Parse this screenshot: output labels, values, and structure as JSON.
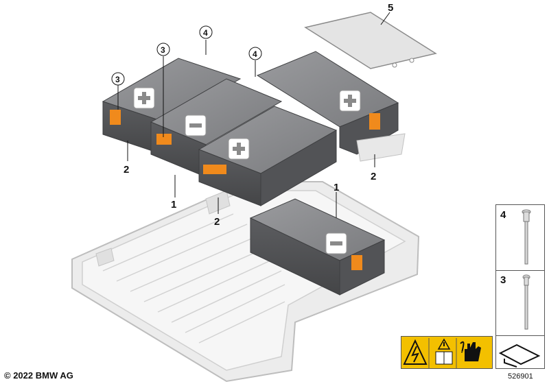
{
  "copyright": "© 2022 BMW AG",
  "document_number": "526901",
  "callouts": {
    "c1a": "1",
    "c1b": "1",
    "c2a": "2",
    "c2b": "2",
    "c2c": "2",
    "c3a": "3",
    "c3b": "3",
    "c4a": "4",
    "c4b": "4",
    "c5": "5"
  },
  "parts_panel": {
    "item_a": "4",
    "item_b": "3"
  },
  "warning_panel": {
    "symbols": [
      "high-voltage-warning-icon",
      "caution-triangle-icon",
      "read-manual-icon",
      "no-touch-hand-icon"
    ]
  },
  "polarity_symbols": [
    "plus",
    "minus",
    "plus",
    "plus",
    "minus"
  ],
  "colors": {
    "module": "#6f7073",
    "module_top": "#8a8b8e",
    "connector": "#f08a1c",
    "tray": "#e6e6e6",
    "warning": "#f3c000"
  }
}
